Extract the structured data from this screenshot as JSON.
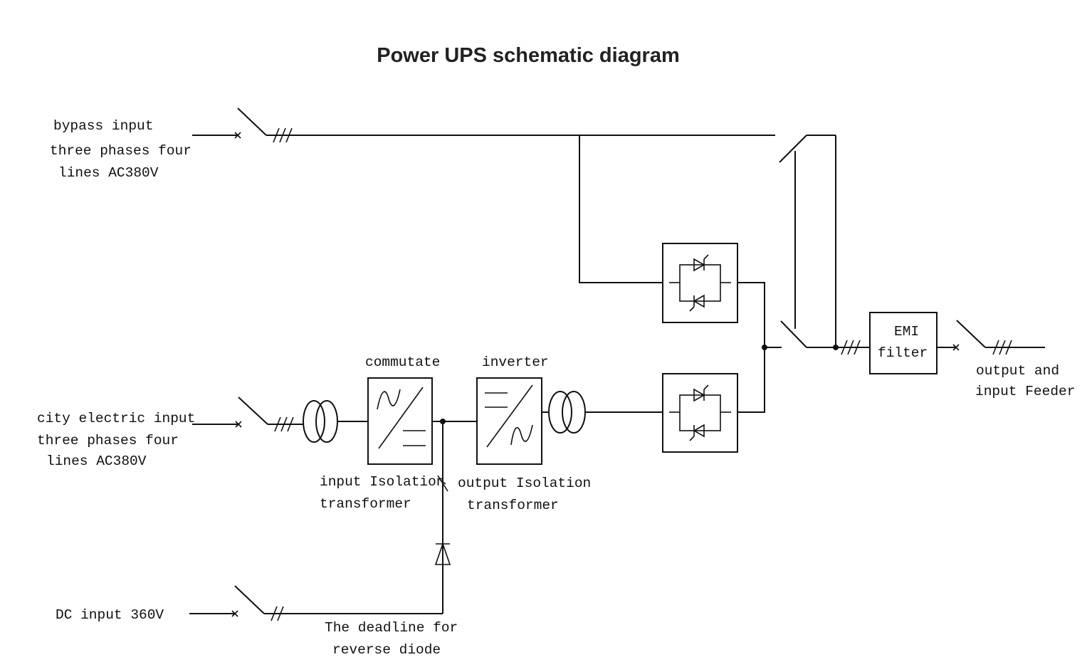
{
  "title": "Power UPS schematic diagram",
  "labels": {
    "bypass_input": [
      "bypass input",
      "three phases four",
      "lines AC380V"
    ],
    "city_input": [
      "city electric input",
      "three phases four",
      "lines AC380V"
    ],
    "dc_input": "DC input 360V",
    "commutate": "commutate",
    "inverter": "inverter",
    "input_transformer": [
      "input Isolation",
      "transformer"
    ],
    "output_transformer": [
      "output Isolation",
      "transformer"
    ],
    "deadline": [
      "The deadline for",
      "reverse diode"
    ],
    "emi_filter": [
      "EMI",
      "filter"
    ],
    "output_feeder": [
      "output and",
      "input Feeder"
    ]
  }
}
